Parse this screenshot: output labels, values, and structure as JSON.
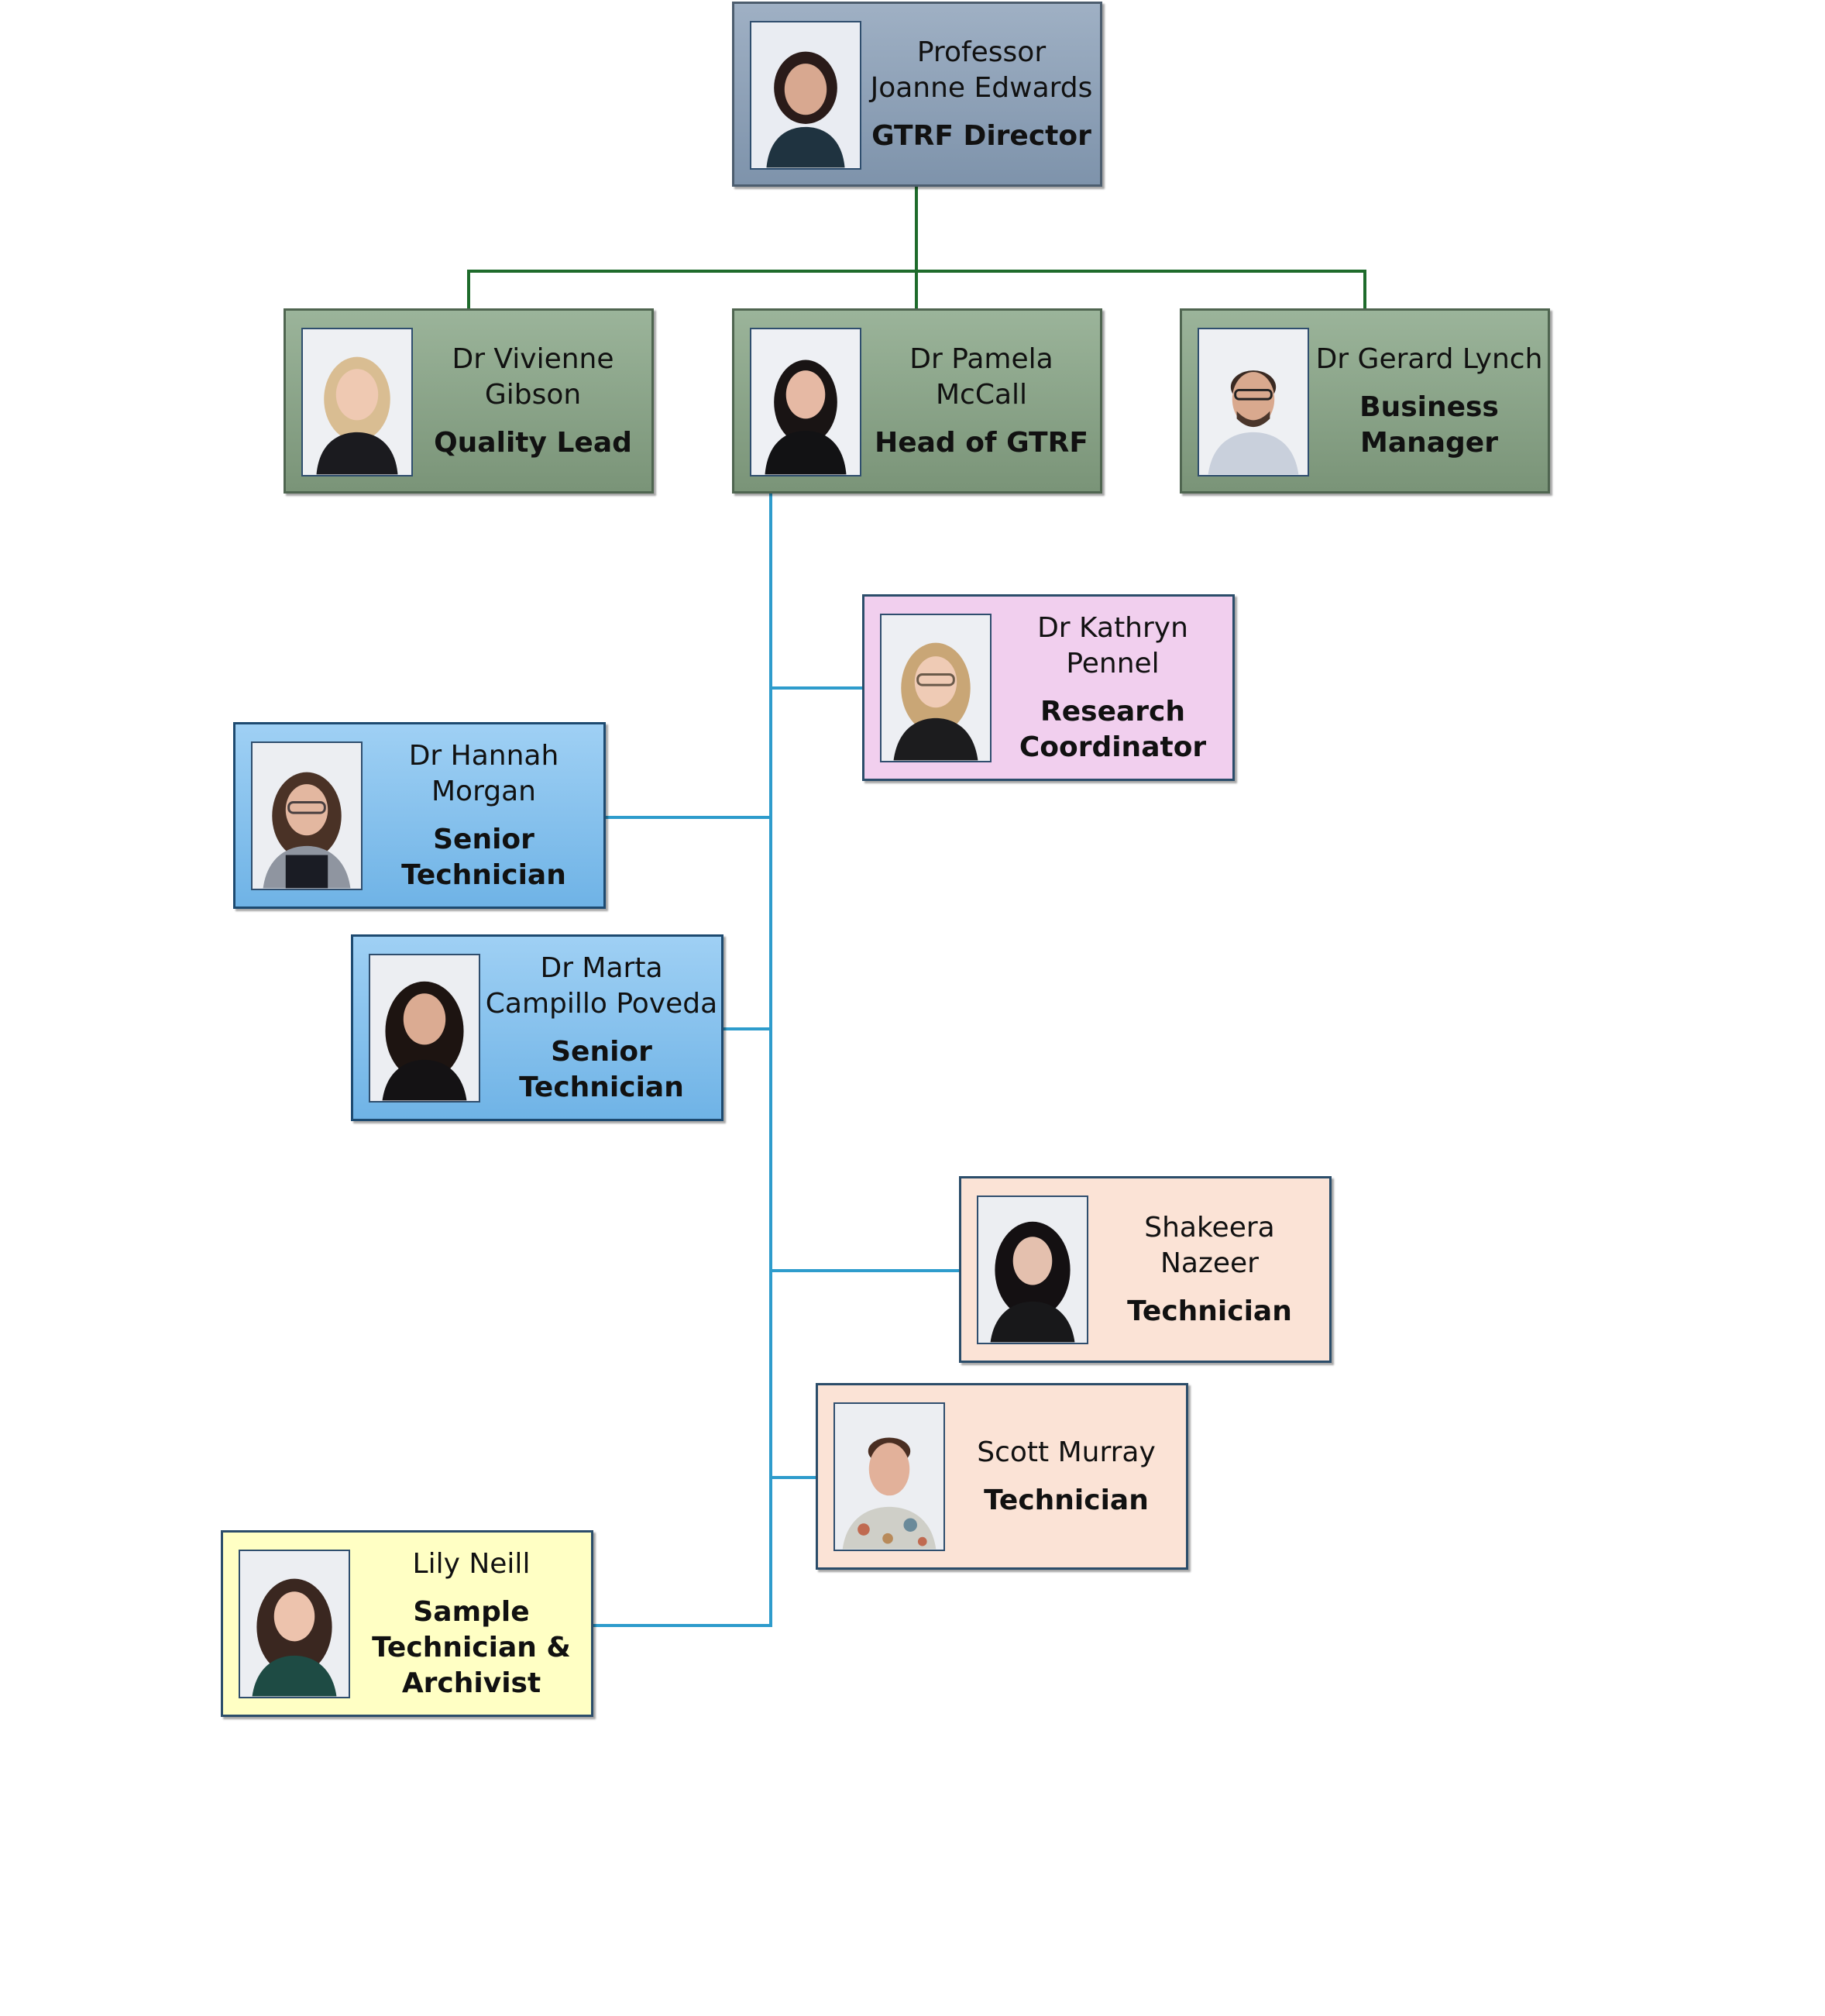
{
  "colors": {
    "top_connector": "#1e6b2b",
    "team_connector": "#2e9ccc",
    "director_card": "#8fa2b8",
    "management_card": "#8aa488",
    "coordinator_card": "#f1cfee",
    "senior_technician_card": "#86c2ee",
    "technician_card": "#fbe3d6",
    "sample_technician_card": "#ffffc4"
  },
  "people": {
    "director": {
      "name": "Professor Joanne Edwards",
      "role": "GTRF Director",
      "photo": "portrait-photo"
    },
    "quality_lead": {
      "name": "Dr Vivienne Gibson",
      "role": "Quality Lead",
      "photo": "portrait-photo"
    },
    "head": {
      "name": "Dr Pamela McCall",
      "role": "Head of GTRF",
      "photo": "portrait-photo"
    },
    "business_manager": {
      "name": "Dr Gerard Lynch",
      "role": "Business Manager",
      "photo": "portrait-photo"
    },
    "research_coordinator": {
      "name": "Dr Kathryn Pennel",
      "role": "Research Coordinator",
      "photo": "portrait-photo"
    },
    "senior_tech_1": {
      "name": "Dr Hannah Morgan",
      "role": "Senior Technician",
      "photo": "portrait-photo"
    },
    "senior_tech_2": {
      "name": "Dr Marta Campillo Poveda",
      "role": "Senior Technician",
      "photo": "portrait-photo"
    },
    "technician_1": {
      "name": "Shakeera Nazeer",
      "role": "Technician",
      "photo": "portrait-photo"
    },
    "technician_2": {
      "name": "Scott Murray",
      "role": "Technician",
      "photo": "portrait-photo"
    },
    "sample_technician": {
      "name": "Lily Neill",
      "role": "Sample Technician & Archivist",
      "photo": "portrait-photo"
    }
  }
}
